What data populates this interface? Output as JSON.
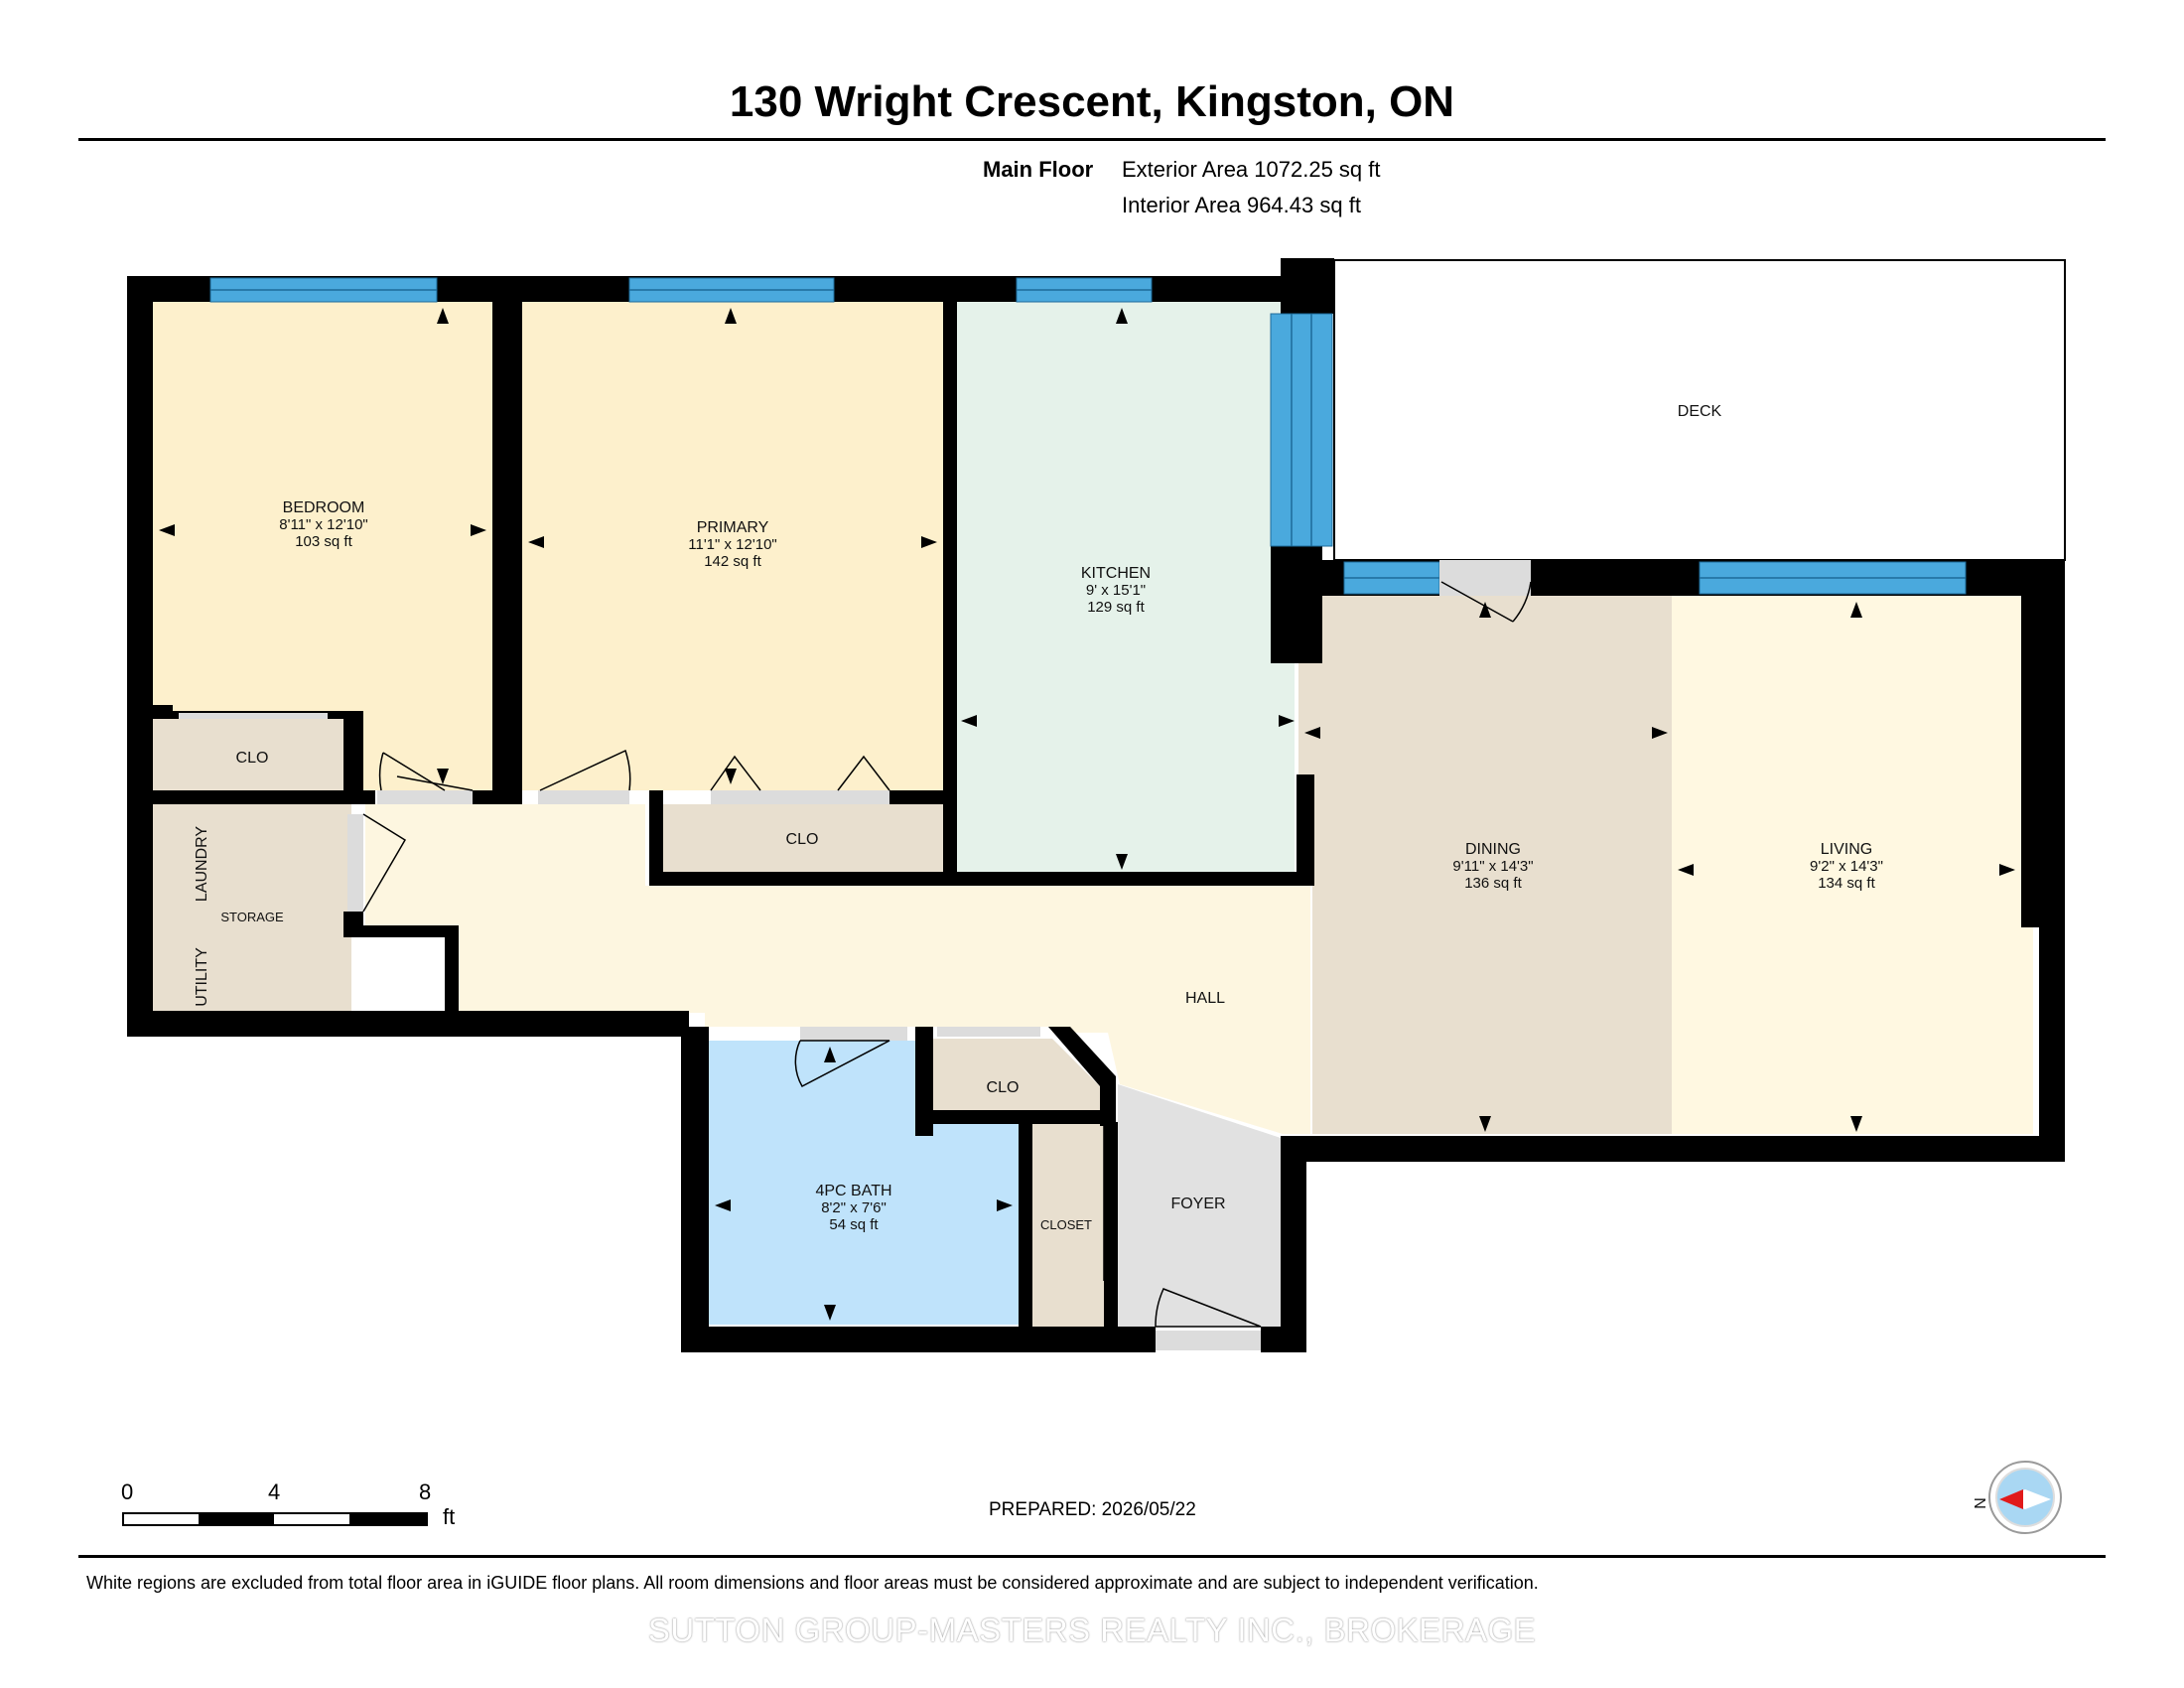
{
  "header": {
    "title": "130 Wright Crescent, Kingston, ON",
    "floor": "Main Floor",
    "exterior_area": "Exterior Area 1072.25 sq ft",
    "interior_area": "Interior Area 964.43 sq ft"
  },
  "rooms": {
    "bedroom": {
      "name": "BEDROOM",
      "dims": "8'11\" x 12'10\"",
      "area": "103 sq ft"
    },
    "primary": {
      "name": "PRIMARY",
      "dims": "11'1\" x 12'10\"",
      "area": "142 sq ft"
    },
    "kitchen": {
      "name": "KITCHEN",
      "dims": "9' x 15'1\"",
      "area": "129 sq ft"
    },
    "dining": {
      "name": "DINING",
      "dims": "9'11\" x 14'3\"",
      "area": "136 sq ft"
    },
    "living": {
      "name": "LIVING",
      "dims": "9'2\" x 14'3\"",
      "area": "134 sq ft"
    },
    "bath": {
      "name": "4PC BATH",
      "dims": "8'2\" x 7'6\"",
      "area": "54 sq ft"
    },
    "deck": {
      "name": "DECK"
    },
    "hall": {
      "name": "HALL"
    },
    "foyer": {
      "name": "FOYER"
    },
    "closet": {
      "name": "CLOSET"
    },
    "storage": {
      "name": "STORAGE"
    },
    "laundry": {
      "name": "LAUNDRY"
    },
    "utility": {
      "name": "UTILITY"
    },
    "clo": {
      "name": "CLO"
    }
  },
  "colors": {
    "wall": "#000000",
    "window": "#4aa9dd",
    "bedroom": "#fdf0cc",
    "kitchen": "#e5f2ea",
    "dining": "#e8dfcf",
    "living": "#fff8e1",
    "hall": "#fdf6e0",
    "bath": "#bfe3fb",
    "closet": "#e8dfcf",
    "foyer": "#e1e1e1"
  },
  "scale": {
    "ticks": [
      "0",
      "4",
      "8"
    ],
    "unit": "ft"
  },
  "compass": {
    "label": "N"
  },
  "footer": {
    "prepared": "PREPARED: 2026/05/22",
    "disclaimer": "White regions are excluded from total floor area in iGUIDE floor plans. All room dimensions and floor areas must be considered approximate and are subject to independent verification.",
    "watermark": "SUTTON GROUP-MASTERS REALTY INC., BROKERAGE"
  }
}
